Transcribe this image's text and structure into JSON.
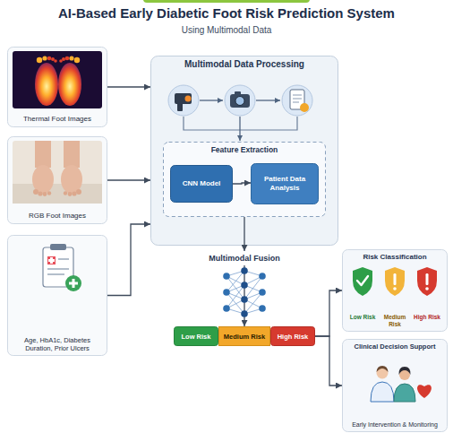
{
  "diagram": {
    "title": "AI-Based Early Diabetic Foot Risk Prediction System",
    "nodes": [
      {
        "text": [
          "Thermal Foot Images"
        ]
      },
      {
        "text": [
          "RGB Foot Images"
        ]
      },
      {
        "text": [
          "Age, HbA1c, Diabetes Duration, Prior Ulcers"
        ]
      },
      {
        "text": [
          "Multimodal Data Processing"
        ]
      },
      {
        "text": [
          "Feature Extraction"
        ],
        "in": 3
      },
      {
        "text": [
          "CNN Model"
        ],
        "in": 4
      },
      {
        "text": [
          "Patient Data Analysis"
        ],
        "in": 4
      },
      {
        "text": [
          "Multimodal Fusion"
        ]
      },
      {
        "text": [
          "Low Risk"
        ]
      },
      {
        "text": [
          "Medium Risk"
        ]
      },
      {
        "text": [
          "High Risk"
        ]
      },
      {
        "text": [
          "Risk Classification",
          "Low Risk",
          "Medium Risk",
          "High Risk"
        ]
      },
      {
        "text": [
          "Clinical Decision Support",
          "Early Intervention & Monitoring"
        ]
      }
    ],
    "edges": [
      {
        "from": 0,
        "to": 3,
        "arrow": "to"
      },
      {
        "from": 1,
        "to": 3,
        "arrow": "to"
      },
      {
        "from": 2,
        "to": 3,
        "arrow": "to"
      },
      {
        "from": 5,
        "to": 6,
        "arrow": "to"
      },
      {
        "from": 4,
        "to": 7,
        "arrow": "to"
      },
      {
        "from": 7,
        "to": 9,
        "arrow": "to"
      },
      {
        "from": 10,
        "to": 11,
        "arrow": "to"
      },
      {
        "from": 10,
        "to": 12,
        "arrow": "to"
      }
    ],
    "labels": [
      "Using Multimodal Data"
    ]
  }
}
